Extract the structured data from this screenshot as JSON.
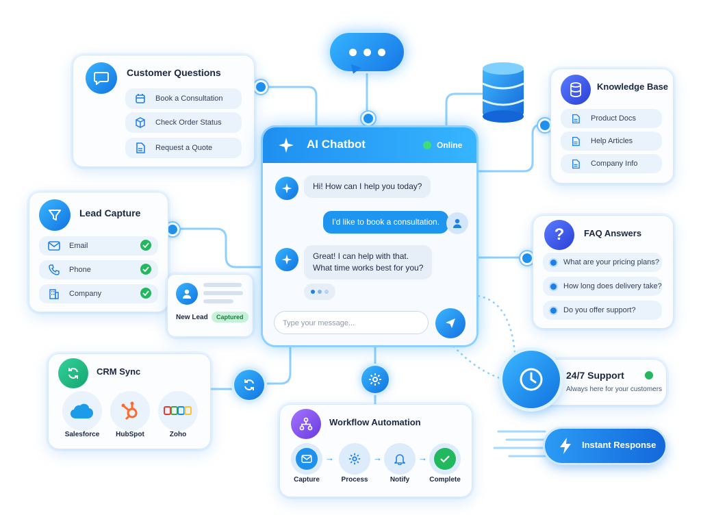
{
  "chatbot": {
    "title": "AI Chatbot",
    "status": "Online",
    "messages": [
      {
        "from": "bot",
        "text": "Hi! How can I help you today?"
      },
      {
        "from": "user",
        "text": "I'd like to book a consultation."
      },
      {
        "from": "bot",
        "text": "Great! I can help with that.",
        "text2": "What time works best for you?"
      }
    ],
    "input_placeholder": "Type your message..."
  },
  "customer_questions": {
    "title": "Customer Questions",
    "items": [
      {
        "label": "Book a Consultation",
        "icon": "calendar-icon"
      },
      {
        "label": "Check Order Status",
        "icon": "box-icon"
      },
      {
        "label": "Request a Quote",
        "icon": "document-icon"
      }
    ]
  },
  "knowledge_base": {
    "title": "Knowledge Base",
    "items": [
      {
        "label": "Product Docs",
        "icon": "document-icon"
      },
      {
        "label": "Help Articles",
        "icon": "document-icon"
      },
      {
        "label": "Company Info",
        "icon": "document-icon"
      }
    ]
  },
  "lead_capture": {
    "title": "Lead Capture",
    "items": [
      {
        "label": "Email",
        "icon": "envelope-icon"
      },
      {
        "label": "Phone",
        "icon": "phone-icon"
      },
      {
        "label": "Company",
        "icon": "building-icon"
      }
    ]
  },
  "new_lead": {
    "label": "New Lead",
    "badge": "Captured"
  },
  "faq": {
    "title": "FAQ Answers",
    "items": [
      {
        "label": "What are your pricing plans?"
      },
      {
        "label": "How long does delivery take?"
      },
      {
        "label": "Do you offer support?"
      }
    ]
  },
  "crm_sync": {
    "title": "CRM Sync",
    "items": [
      {
        "label": "Salesforce",
        "icon": "salesforce-logo"
      },
      {
        "label": "HubSpot",
        "icon": "hubspot-logo"
      },
      {
        "label": "Zoho",
        "icon": "zoho-logo"
      }
    ]
  },
  "workflow": {
    "title": "Workflow Automation",
    "steps": [
      {
        "label": "Capture",
        "icon": "envelope-icon"
      },
      {
        "label": "Process",
        "icon": "gear-icon"
      },
      {
        "label": "Notify",
        "icon": "bell-icon"
      },
      {
        "label": "Complete",
        "icon": "check-icon"
      }
    ]
  },
  "support": {
    "title": "24/7 Support",
    "subtitle": "Always here for your customers"
  },
  "instant": {
    "label": "Instant Response"
  },
  "colors": {
    "primary": "#1e90ee",
    "accent_green": "#22b85e",
    "dark_text": "#1b2740"
  }
}
